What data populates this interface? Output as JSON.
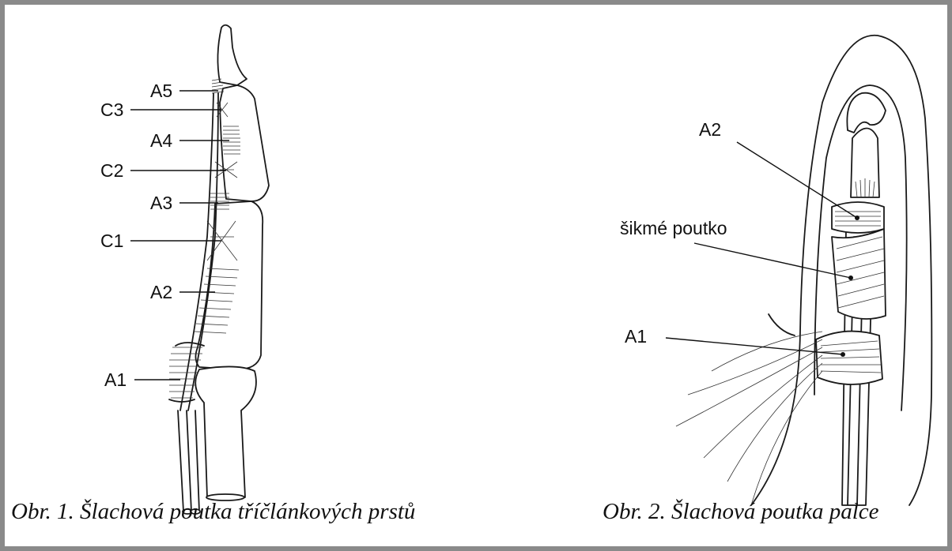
{
  "figure1": {
    "labels": [
      "A5",
      "C3",
      "A4",
      "C2",
      "A3",
      "C1",
      "A2",
      "A1"
    ],
    "caption": "Obr. 1.  Šlachová poutka tříčlánkových prstů"
  },
  "figure2": {
    "labels": [
      "A2",
      "šikmé poutko",
      "A1"
    ],
    "caption": "Obr. 2.  Šlachová poutka palce"
  }
}
